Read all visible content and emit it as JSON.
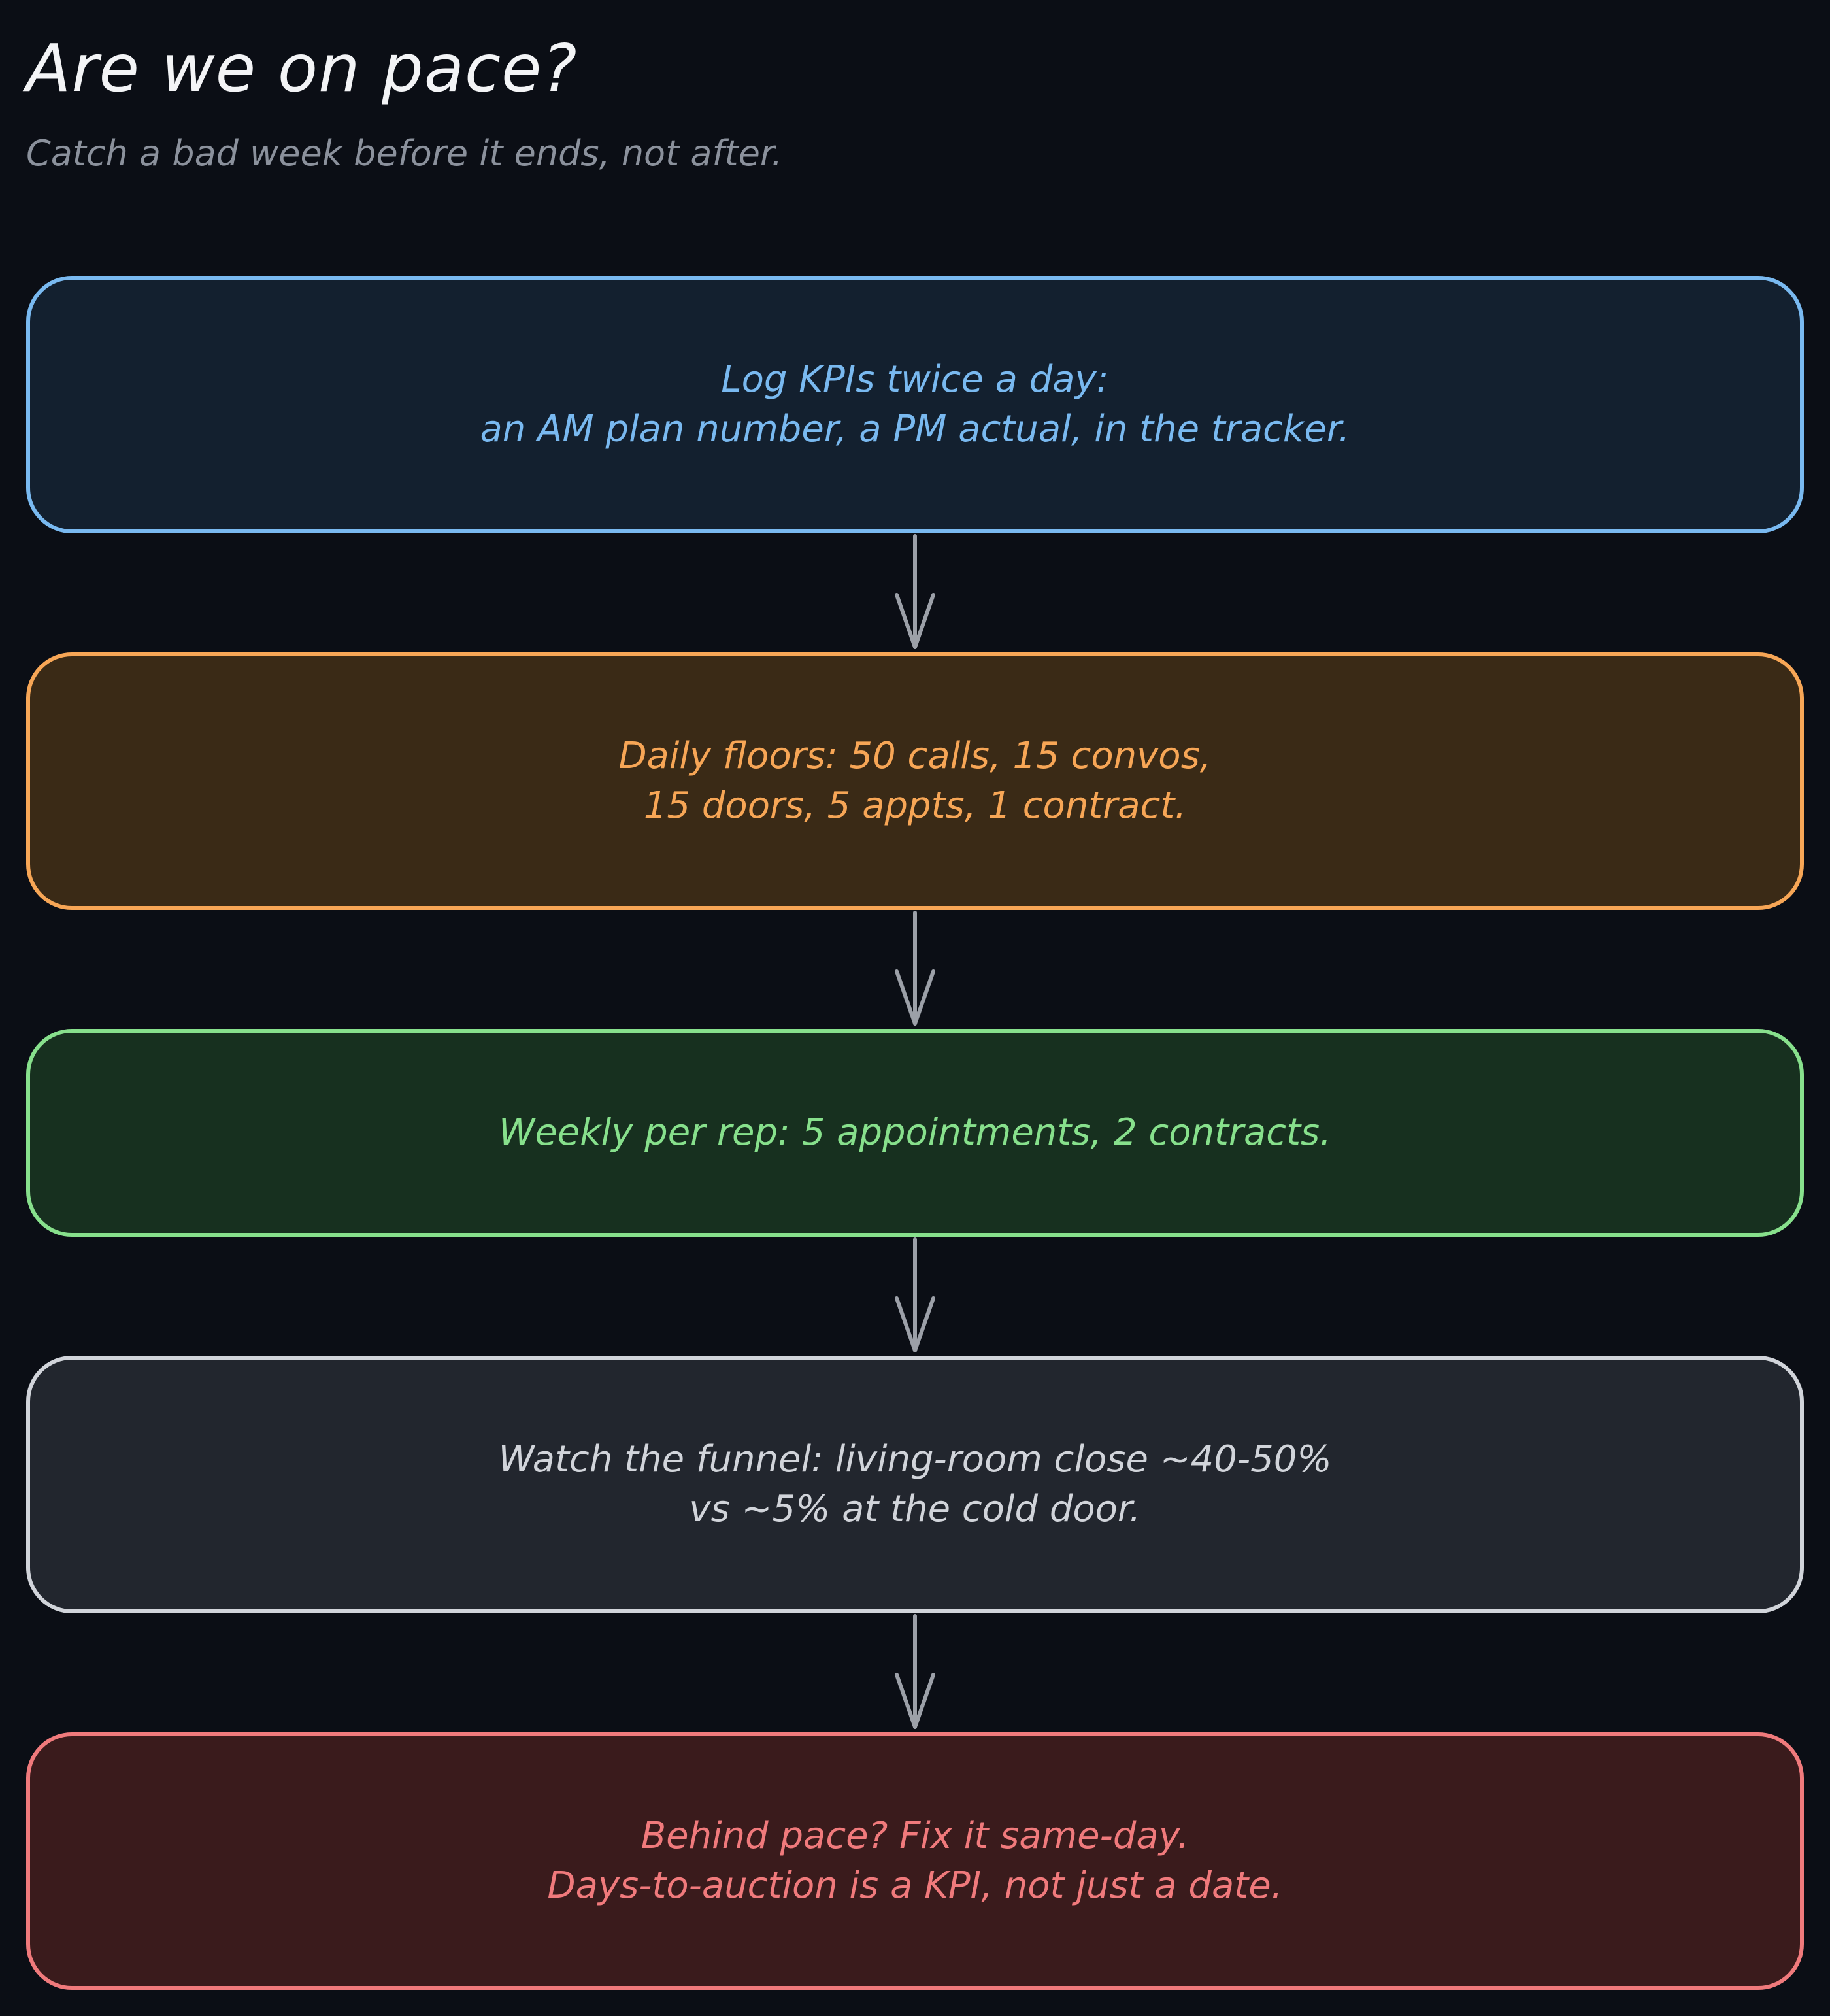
{
  "title": "Are we on pace?",
  "subtitle": "Catch a bad week before it ends, not after.",
  "nodes": [
    {
      "lines": [
        "Log KPIs twice a day:",
        "an AM plan number, a PM actual, in the tracker."
      ],
      "color": "#79b9f0"
    },
    {
      "lines": [
        "Daily floors: 50 calls, 15 convos,",
        "15 doors, 5 appts, 1 contract."
      ],
      "color": "#f7a656"
    },
    {
      "lines": [
        "Weekly per rep: 5 appointments, 2 contracts."
      ],
      "color": "#87e08c"
    },
    {
      "lines": [
        "Watch the funnel: living-room close ~40-50%",
        "vs ~5% at the cold door."
      ],
      "color": "#d1d4da"
    },
    {
      "lines": [
        "Behind pace? Fix it same-day.",
        "Days-to-auction is a KPI, not just a date."
      ],
      "color": "#f07a7c"
    }
  ],
  "connector_color": "#9ca0a8"
}
